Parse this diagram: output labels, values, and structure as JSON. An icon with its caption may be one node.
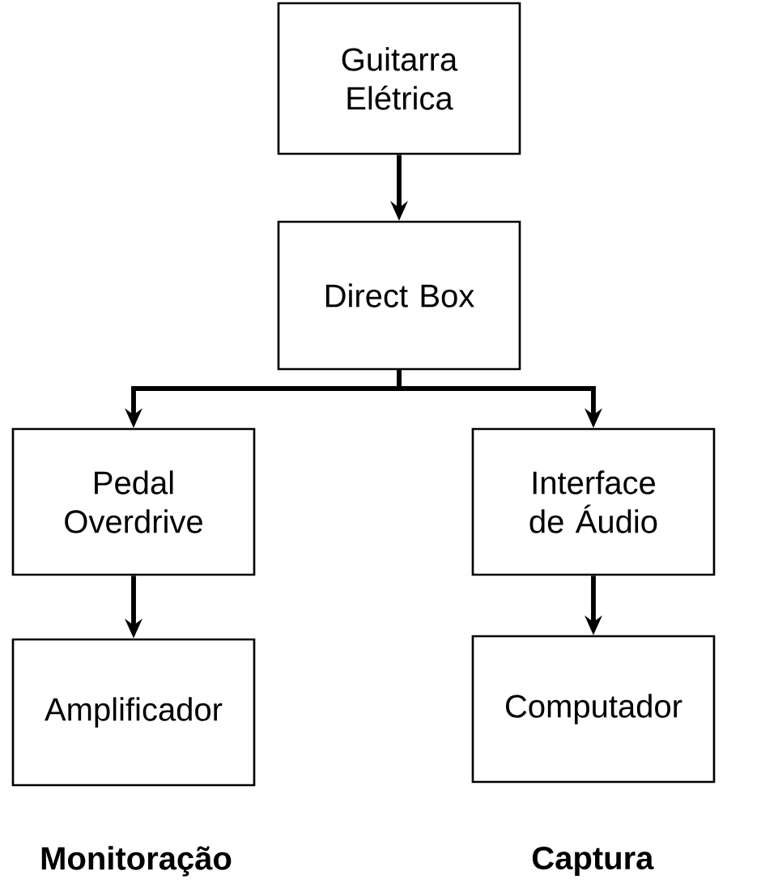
{
  "diagram": {
    "nodes": [
      {
        "text": [
          "Guitarra Elétrica"
        ]
      },
      {
        "text": [
          "Direct Box"
        ]
      },
      {
        "text": [
          "Pedal Overdrive"
        ]
      },
      {
        "text": [
          "Interface de Áudio"
        ]
      },
      {
        "text": [
          "Amplificador"
        ]
      },
      {
        "text": [
          "Computador"
        ]
      }
    ],
    "edges": [
      {
        "from": 0,
        "to": 1,
        "arrow": "to"
      },
      {
        "from": 1,
        "to": 2,
        "arrow": "to"
      },
      {
        "from": 1,
        "to": 3,
        "arrow": "to"
      },
      {
        "from": 2,
        "to": 4,
        "arrow": "to"
      },
      {
        "from": 3,
        "to": 5,
        "arrow": "to"
      }
    ],
    "labels": [
      "**Monitoração**",
      "**Captura**"
    ]
  }
}
